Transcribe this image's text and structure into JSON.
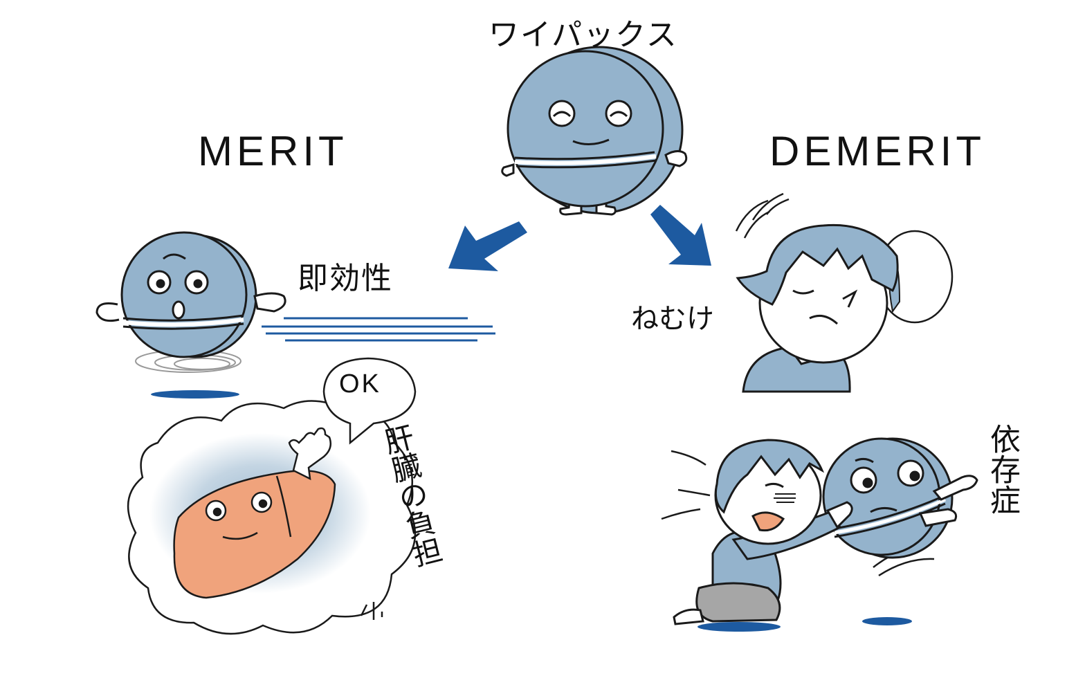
{
  "labels": {
    "title": "ワイパックス",
    "merit": "MERIT",
    "demerit": "DEMERIT",
    "fast_acting": "即効性",
    "drowsiness": "ねむけ",
    "ok_bubble": "OK",
    "liver_burden": "肝臓の負担",
    "dependence": "依存症"
  },
  "colors": {
    "pill_blue": "#94b3cc",
    "arrow_blue": "#1d5aa0",
    "liver_orange": "#f0a37c",
    "skin": "#ffffff",
    "outline": "#1a1a1a",
    "pants_gray": "#a6a6a6"
  }
}
